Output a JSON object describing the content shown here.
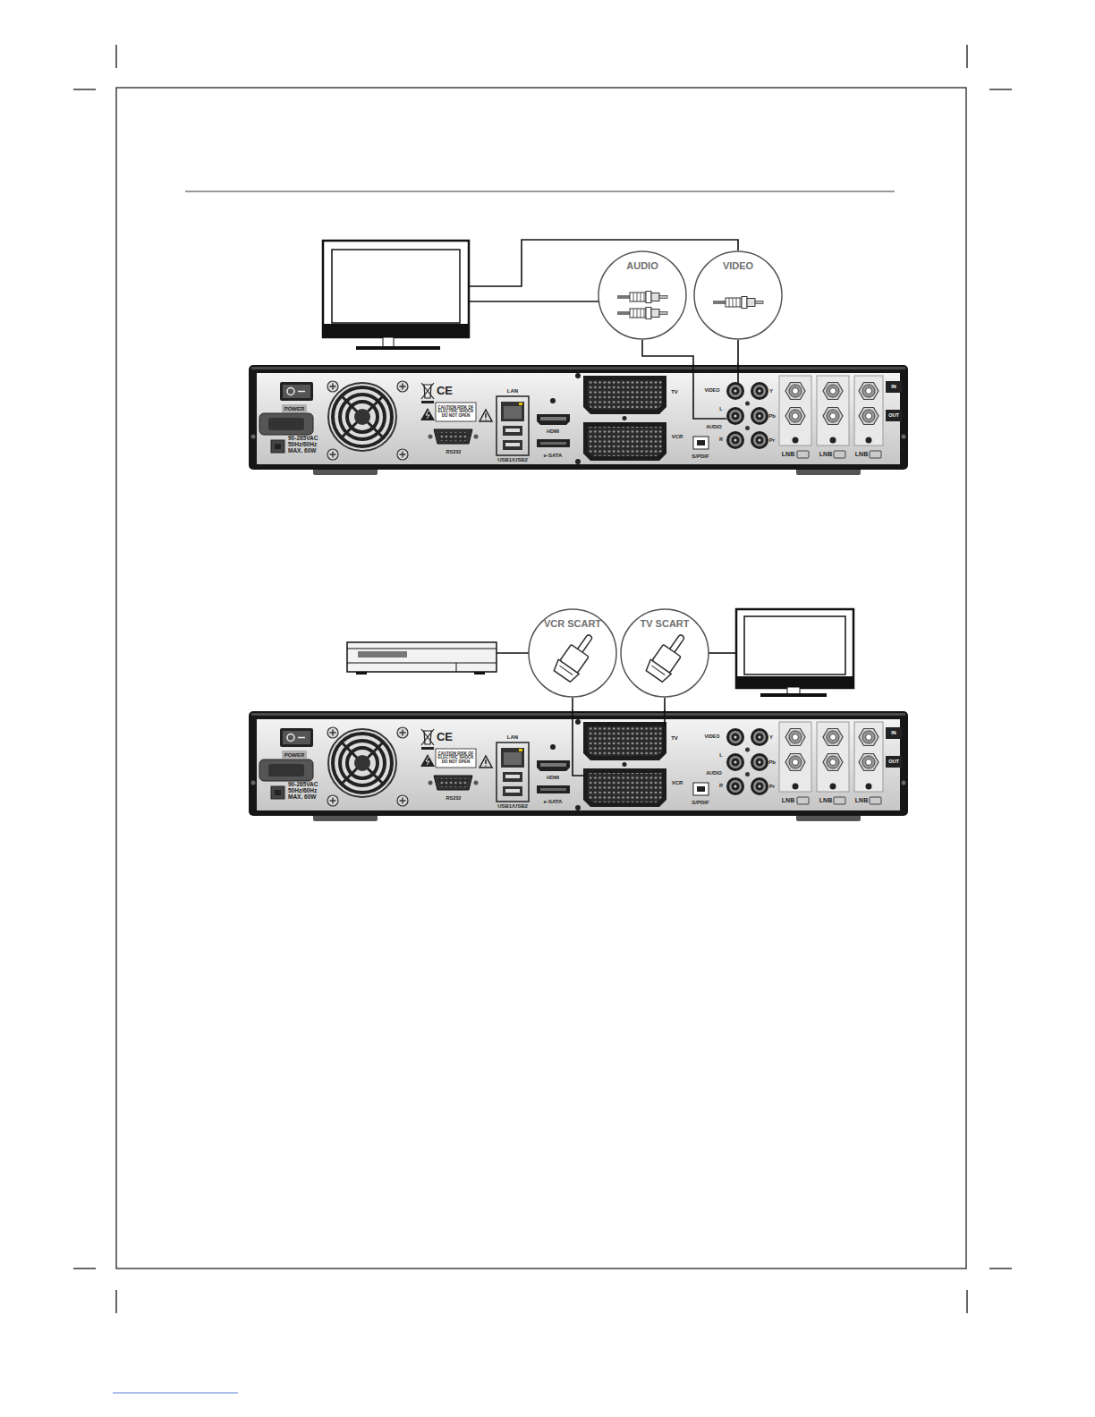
{
  "diagram": {
    "nodes": [
      {
        "text": [
          "AUDIO"
        ]
      },
      {
        "text": [
          "VIDEO"
        ]
      },
      {
        "text": [
          "POWER",
          "90-265VAC 50Hz/60Hz MAX. 60W",
          "CE",
          "CAUTION RISK OF ELECTRIC SHOCK DO NOT OPEN",
          "RS232",
          "LAN",
          "USB1/USB2",
          "HDMI",
          "e-SATA",
          "TV",
          "VCR",
          "S/PDIF",
          "VIDEO",
          "L",
          "AUDIO",
          "R",
          "Y",
          "Pb",
          "Pr",
          "LNB",
          "LNB",
          "LNB",
          "IN",
          "OUT"
        ]
      },
      {
        "text": [
          "VCR SCART"
        ]
      },
      {
        "text": [
          "TV SCART"
        ]
      },
      {
        "text": [
          "POWER",
          "90-265VAC 50Hz/60Hz MAX. 60W",
          "CE",
          "CAUTION RISK OF ELECTRIC SHOCK DO NOT OPEN",
          "RS232",
          "LAN",
          "USB1/USB2",
          "HDMI",
          "e-SATA",
          "TV",
          "VCR",
          "S/PDIF",
          "VIDEO",
          "L",
          "AUDIO",
          "R",
          "Y",
          "Pb",
          "Pr",
          "LNB",
          "LNB",
          "LNB",
          "IN",
          "OUT"
        ]
      }
    ],
    "edges": [
      {
        "from": 0,
        "to": 2,
        "arrow": "none"
      },
      {
        "from": 1,
        "to": 2,
        "arrow": "none"
      },
      {
        "from": 3,
        "to": 5,
        "arrow": "none"
      },
      {
        "from": 4,
        "to": 5,
        "arrow": "none"
      }
    ]
  }
}
